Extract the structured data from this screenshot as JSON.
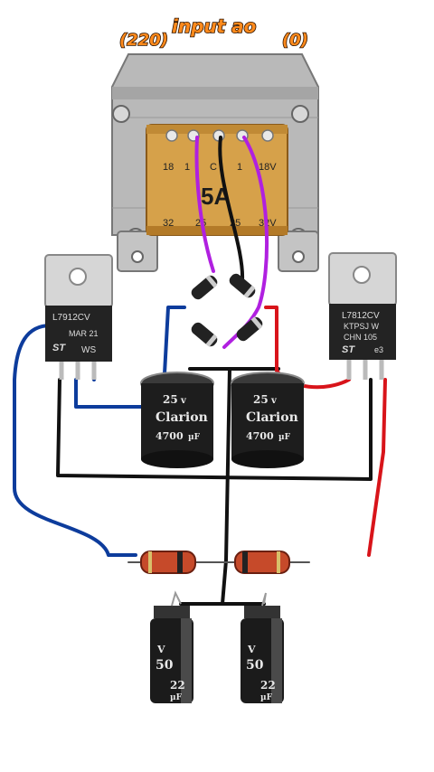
{
  "header": {
    "input_label": "input ao",
    "primary_left": "(220)",
    "primary_right": "(0)"
  },
  "transformer": {
    "rating": "5A",
    "taps_top": [
      "18",
      "1",
      "C",
      "1",
      "18V"
    ],
    "taps_bottom": [
      "32",
      "25",
      "25",
      "32V"
    ]
  },
  "regulators": {
    "left": {
      "part": "L7912CV",
      "line2": "MAR 21",
      "logo": "ST",
      "line3": "WS"
    },
    "right": {
      "part": "L7812CV",
      "line2": "KTPSJ W",
      "line3": "CHN 105",
      "logo": "ST",
      "code": "e3"
    }
  },
  "capacitors_large": [
    {
      "brand": "Clarion",
      "voltage": "25",
      "unit": "v",
      "capacitance": "4700",
      "cap_unit": "µF"
    },
    {
      "brand": "Clarion",
      "voltage": "25",
      "unit": "v",
      "capacitance": "4700",
      "cap_unit": "µF"
    }
  ],
  "capacitors_small": [
    {
      "voltage": "50",
      "unit": "V",
      "capacitance": "22",
      "cap_unit": "µF"
    },
    {
      "voltage": "50",
      "unit": "V",
      "capacitance": "22",
      "cap_unit": "µF"
    }
  ],
  "colors": {
    "wire_blue": "#0d3c9c",
    "wire_red": "#d8141a",
    "wire_black": "#111111",
    "wire_purple": "#b020e0",
    "transformer_core": "#b8b8b8",
    "winding": "#d6a14a"
  }
}
